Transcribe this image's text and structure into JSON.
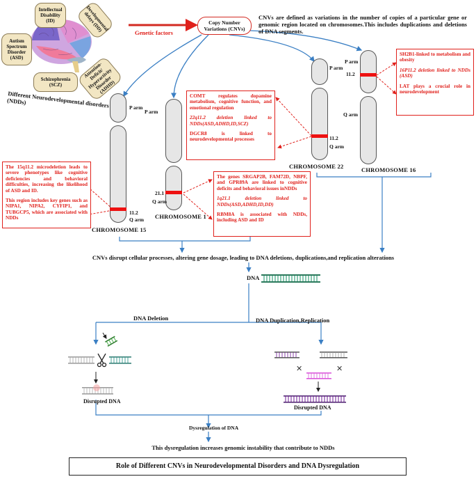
{
  "cnv_box": {
    "label": "Copy Number Variations (CNVs)"
  },
  "definition": "CNVs are defined as variations in the number of copies of a particular gene or genomic region located on chromosomes.This includes duplications and deletions of DNA segments.",
  "genetic_factors": "Genetic factors",
  "disorders": {
    "id": "Intellectual Disability (ID)",
    "dd": "Developmental delays (DD)",
    "asd": "Autism Spectrum Disorder (ASD)",
    "adhd": "Attention-Deficit/ Hyperactivity Disorder (ADHD)",
    "scz": "Schizophrenia (SCZ)"
  },
  "ndd_caption": "Different Neurodevelopmental disorders (NDDs)",
  "chromosomes": {
    "c15": {
      "label": "CHROMOSOME 15",
      "p": "P arm",
      "q": "Q arm",
      "band": "11.2"
    },
    "c1": {
      "label": "CHROMOSOME 1",
      "p": "P arm",
      "q": "Q arm",
      "band": "21.1"
    },
    "c22": {
      "label": "CHROMOSOME 22",
      "p": "P arm",
      "q": "Q arm",
      "band": "11.2"
    },
    "c16": {
      "label": "CHROMOSOME 16",
      "p": "P arm",
      "q": "Q arm",
      "band": "11.2"
    }
  },
  "box15": {
    "p1": "The 15q11.2 microdeletion leads to severe phenotypes like cognitive deficiencies and behavioral difficulties, increasing the likelihood of ASD and ID.",
    "p2": "This region includes key genes such as NIPA1, NIPA2, CYFIP1, and TUBGCP5, which are associated with NDDs"
  },
  "box22": {
    "p1": "COMT regulates dopamine metabolism, cognitive function, and emotional regulation",
    "p2": "22q11.2 deletion linked to NDDs(ASD,ADHD,ID,SCZ)",
    "p3": "DGCR8 is linked to neurodevelopmental processes"
  },
  "box16": {
    "p1": "SH2B1-linked to metabolism and obesity",
    "p2": "16P11.2 deletion linked to NDDs (ASD)",
    "p3": "LAT plays a crucial role in neurodevelopment"
  },
  "box1": {
    "p1": "The genes SRGAP2B, FAM72D, NBPF, and GPR89A are linked to cognitive deficits and behavioral issues inNDDs",
    "p2": "1q21.1 deletion linked to NDDs(ASD,ADHD,ID,DD)",
    "p3": "RBM8A is associated with NDDs, including ASD and ID"
  },
  "disrupt_text": "CNVs disrupt cellular processes, altering gene dosage, leading to DNA deletions, duplications,and replication alterations",
  "dna_label": "DNA",
  "deletion_label": "DNA Deletion",
  "duplication_label": "DNA Duplication,Replication",
  "disrupted_left": "Disrupted DNA",
  "disrupted_right": "Disrupted DNA",
  "dysregulation": "Dysregulation of DNA",
  "instability": "This dysregulation increases genomic instability that contribute to NDDs",
  "bottom_title": "Role of Different CNVs in Neurodevelopmental Disorders and DNA Dysregulation",
  "colors": {
    "red": "#e0201b",
    "arrow_blue": "#3a7fc4",
    "dna_green": "#3aa27c",
    "dna_purple": "#7b2d9e"
  }
}
